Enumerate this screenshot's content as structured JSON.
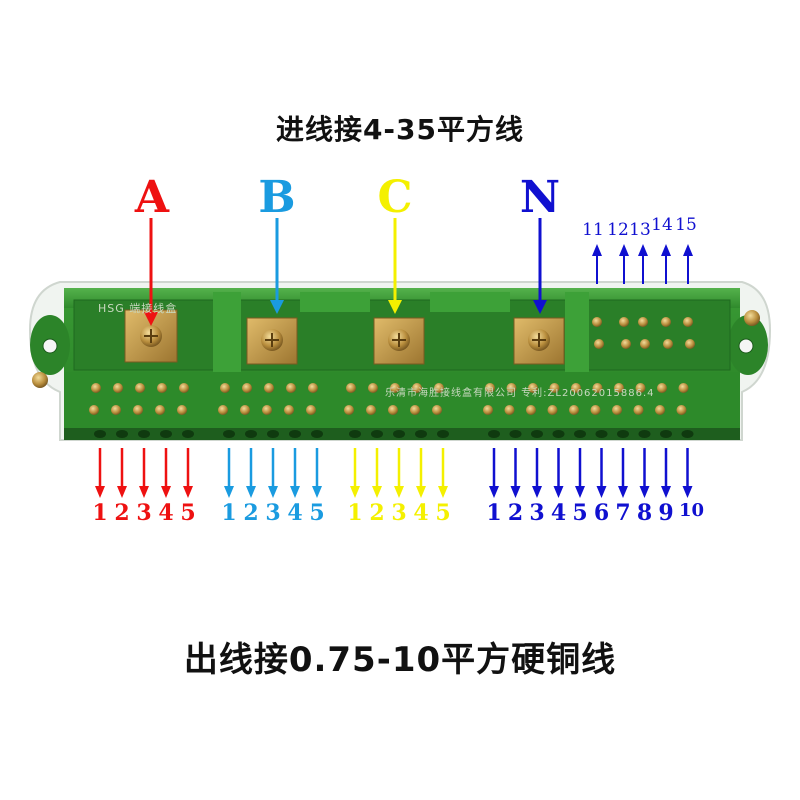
{
  "header": {
    "text": "进线接4-35平方线"
  },
  "footer": {
    "text": "出线接0.75-10平方硬铜线"
  },
  "box": {
    "brand": "HSG",
    "name_text": "端接线盒",
    "maker_text": "乐清市海胜接线盒有限公司 专利:ZL20062015886.4"
  },
  "phases": [
    {
      "letter": "A",
      "color": "#ee1111",
      "outputs": [
        "1",
        "2",
        "3",
        "4",
        "5"
      ]
    },
    {
      "letter": "B",
      "color": "#1a9be0",
      "outputs": [
        "1",
        "2",
        "3",
        "4",
        "5"
      ]
    },
    {
      "letter": "C",
      "color": "#f4f000",
      "outputs": [
        "1",
        "2",
        "3",
        "4",
        "5"
      ]
    },
    {
      "letter": "N",
      "color": "#1010d0",
      "outputs": [
        "1",
        "2",
        "3",
        "4",
        "5",
        "6",
        "7",
        "8",
        "9",
        "10"
      ]
    }
  ],
  "n_extra_outputs": [
    "11",
    "12",
    "13",
    "14",
    "15"
  ],
  "colors": {
    "box_green": "#2f8a2c",
    "box_dark": "#1f6b1f",
    "brass": "#c8a050"
  }
}
